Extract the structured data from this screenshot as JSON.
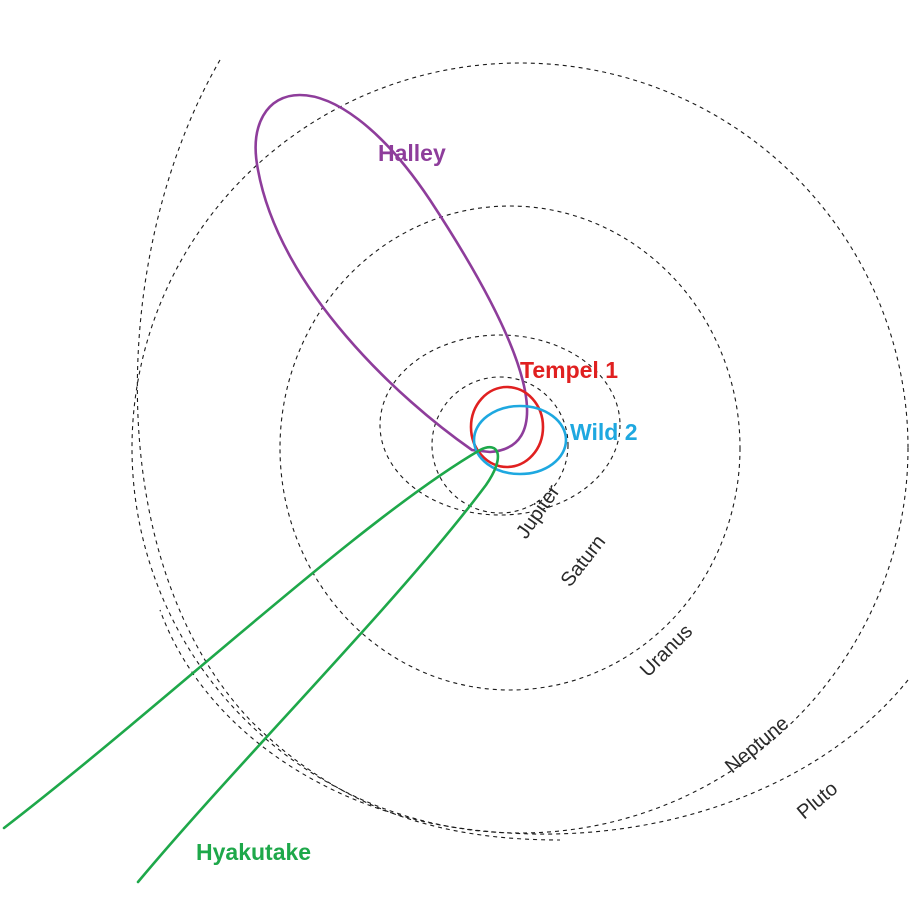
{
  "planets": {
    "jupiter": {
      "label": "Jupiter"
    },
    "saturn": {
      "label": "Saturn"
    },
    "uranus": {
      "label": "Uranus"
    },
    "neptune": {
      "label": "Neptune"
    },
    "pluto": {
      "label": "Pluto"
    }
  },
  "comets": {
    "halley": {
      "label": "Halley",
      "color": "#8e3d9b"
    },
    "tempel1": {
      "label": "Tempel 1",
      "color": "#e02020"
    },
    "wild2": {
      "label": "Wild 2",
      "color": "#1ea8e0"
    },
    "hyakutake": {
      "label": "Hyakutake",
      "color": "#1ea84a"
    }
  }
}
